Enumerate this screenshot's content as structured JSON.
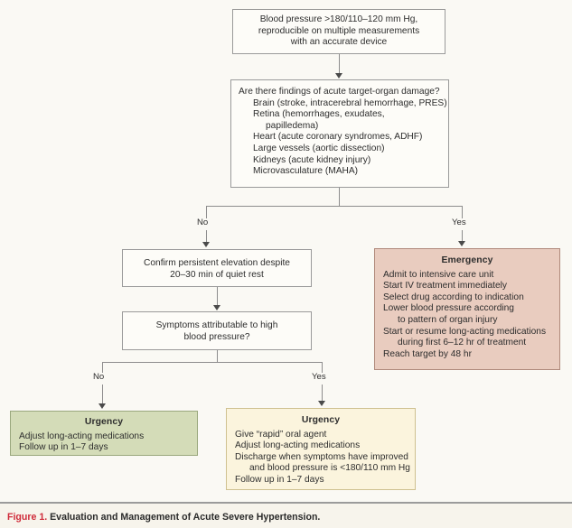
{
  "figure": {
    "label": "Figure 1.",
    "title": "Evaluation and Management of Acute Severe Hypertension.",
    "accent_red": "#cf2b3a",
    "background": "#faf9f4"
  },
  "palette": {
    "emergency_fill": "#e9ccbf",
    "emergency_border": "#b08a7c",
    "urgency_green_fill": "#d4dcb8",
    "urgency_green_border": "#9aa87e",
    "urgency_yellow_fill": "#fbf4dd",
    "urgency_yellow_border": "#cfc190",
    "plain_box_border": "#9a9a9a",
    "connector": "#8d8d8d"
  },
  "nodes": {
    "criteria": {
      "name": "blood-pressure-criteria",
      "lines": [
        "Blood pressure >180/110–120 mm Hg,",
        "reproducible on multiple measurements",
        "with an accurate device"
      ]
    },
    "organ_damage": {
      "name": "target-organ-damage-question",
      "question": "Are there findings of acute target-organ damage?",
      "items": [
        "Brain (stroke, intracerebral hemorrhage, PRES)",
        "Retina (hemorrhages, exudates,",
        "papilledema)",
        "Heart (acute coronary syndromes, ADHF)",
        "Large vessels (aortic dissection)",
        "Kidneys (acute kidney injury)",
        "Microvasculature (MAHA)"
      ]
    },
    "confirm_elevation": {
      "name": "confirm-persistent-elevation",
      "lines": [
        "Confirm persistent elevation despite",
        "20–30 min of quiet rest"
      ]
    },
    "symptoms_question": {
      "name": "symptoms-question",
      "lines": [
        "Symptoms attributable to high",
        "blood pressure?"
      ]
    },
    "emergency": {
      "name": "emergency-outcome",
      "heading": "Emergency",
      "lines": [
        "Admit to intensive care unit",
        "Start IV treatment immediately",
        "Select drug according to indication",
        "Lower blood pressure according",
        "to pattern of organ injury",
        "Start or resume long-acting medications",
        "during first 6–12 hr of treatment",
        "Reach target by 48 hr"
      ]
    },
    "urgency_green": {
      "name": "urgency-outcome-asymptomatic",
      "heading": "Urgency",
      "lines": [
        "Adjust long-acting medications",
        "Follow up in 1–7 days"
      ]
    },
    "urgency_yellow": {
      "name": "urgency-outcome-symptomatic",
      "heading": "Urgency",
      "lines": [
        "Give “rapid” oral agent",
        "Adjust long-acting medications",
        "Discharge when symptoms have improved",
        "and blood pressure is <180/110 mm Hg",
        "Follow up in 1–7 days"
      ]
    }
  },
  "branches": {
    "organ_no": "No",
    "organ_yes": "Yes",
    "symptoms_no": "No",
    "symptoms_yes": "Yes"
  }
}
